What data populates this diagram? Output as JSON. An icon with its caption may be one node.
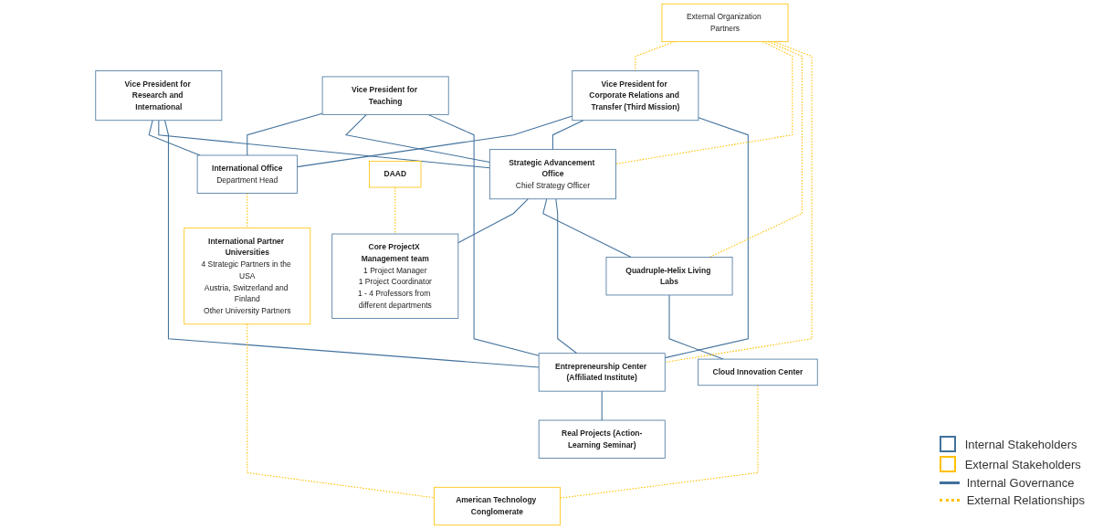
{
  "diagram": {
    "nodes": [
      {
        "text": [
          "External Organization Partners"
        ]
      },
      {
        "text": [
          "Vice President for Research and International"
        ]
      },
      {
        "text": [
          "Vice President for Teaching"
        ]
      },
      {
        "text": [
          "Vice President for Corporate Relations and Transfer (Third Mission)"
        ]
      },
      {
        "text": [
          "International Office",
          "Department Head"
        ]
      },
      {
        "text": [
          "Strategic Advancement Office",
          "Chief Strategy Officer"
        ]
      },
      {
        "text": [
          "Entrepreneurship Center (Affiliated Institute)"
        ]
      },
      {
        "text": [
          "DAAD"
        ]
      },
      {
        "text": [
          "Core ProjectX Management team",
          "1 Project Manager",
          "1 Project Coordinator",
          "1 - 4 Professors from different departments"
        ]
      },
      {
        "text": [
          "Quadruple-Helix Living Labs"
        ]
      },
      {
        "text": [
          "Real Projects (Action-Learning Seminar)"
        ]
      },
      {
        "text": [
          "Cloud Innovation Center"
        ]
      },
      {
        "text": [
          "International Partner Universities",
          "4 Strategic Partners in the USA",
          "Austria, Switzerland and Finland",
          "Other University Partners"
        ]
      },
      {
        "text": [
          "American Technology Conglomerate"
        ]
      }
    ],
    "edges": [
      {
        "from": 1,
        "to": 4,
        "arrow": "none"
      },
      {
        "from": 1,
        "to": 5,
        "arrow": "none"
      },
      {
        "from": 1,
        "to": 6,
        "arrow": "none"
      },
      {
        "from": 2,
        "to": 4,
        "arrow": "none"
      },
      {
        "from": 2,
        "to": 5,
        "arrow": "none"
      },
      {
        "from": 2,
        "to": 6,
        "arrow": "none"
      },
      {
        "from": 3,
        "to": 4,
        "arrow": "none"
      },
      {
        "from": 3,
        "to": 5,
        "arrow": "none"
      },
      {
        "from": 3,
        "to": 6,
        "arrow": "none"
      },
      {
        "from": 5,
        "to": 8,
        "arrow": "none"
      },
      {
        "from": 5,
        "to": 9,
        "arrow": "none"
      },
      {
        "from": 5,
        "to": 6,
        "arrow": "none"
      },
      {
        "from": 6,
        "to": 10,
        "arrow": "none"
      },
      {
        "from": 9,
        "to": 11,
        "arrow": "none"
      },
      {
        "from": 0,
        "to": 3,
        "arrow": "none",
        "style": "dashed",
        "color": "#ffc000"
      },
      {
        "from": 0,
        "to": 5,
        "arrow": "none",
        "style": "dashed",
        "color": "#ffc000"
      },
      {
        "from": 0,
        "to": 9,
        "arrow": "none",
        "style": "dashed",
        "color": "#ffc000"
      },
      {
        "from": 0,
        "to": 6,
        "arrow": "none",
        "style": "dashed",
        "color": "#ffc000"
      },
      {
        "from": 4,
        "to": 12,
        "arrow": "none",
        "style": "dashed",
        "color": "#ffc000"
      },
      {
        "from": 7,
        "to": 8,
        "arrow": "none",
        "style": "dashed",
        "color": "#ffc000"
      },
      {
        "from": 12,
        "to": 13,
        "arrow": "none",
        "style": "dashed",
        "color": "#ffc000"
      },
      {
        "from": 11,
        "to": 13,
        "arrow": "none",
        "style": "dashed",
        "color": "#ffc000"
      }
    ],
    "legend": [
      {
        "text": "Internal Stakeholders"
      },
      {
        "text": "External Stakeholders"
      },
      {
        "text": "Internal Governance"
      },
      {
        "text": "External Relationships"
      }
    ]
  }
}
